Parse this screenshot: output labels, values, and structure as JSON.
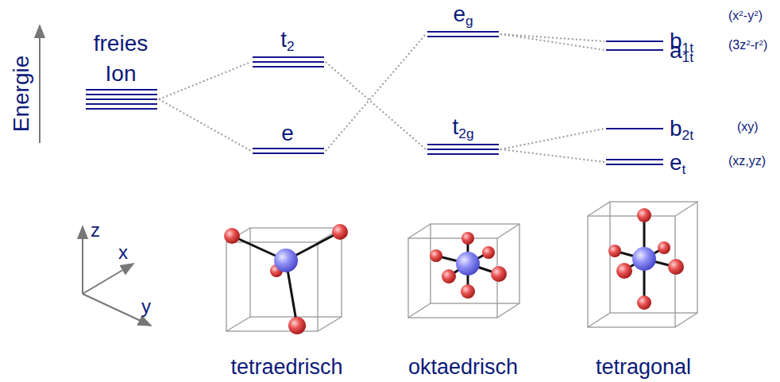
{
  "diagram": {
    "labels": [
      "Energie",
      "freies Ion",
      "t2",
      "e",
      "eg",
      "t2g",
      "b1t",
      "a1t",
      "b2t",
      "et",
      "(x2-y2)",
      "(3z2-r2)",
      "(xy)",
      "(xz,yz)",
      "z",
      "x",
      "y",
      "tetraedrisch",
      "oktaedrisch",
      "tetragonal"
    ]
  }
}
